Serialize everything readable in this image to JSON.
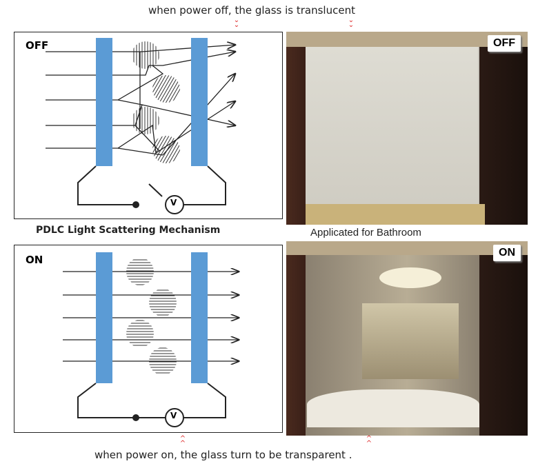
{
  "top_text": "when power off, the glass is translucent",
  "bottom_text": "when power on, the glass turn to be transparent .",
  "diagram_off": {
    "label": "OFF",
    "meter": "V"
  },
  "diagram_on": {
    "label": "ON",
    "meter": "V"
  },
  "diagram_caption": "PDLC Light Scattering Mechanism",
  "photo_caption": "Applicated for Bathroom",
  "photo_off_badge": "OFF",
  "photo_on_badge": "ON",
  "colors": {
    "bar": "#5b9bd5",
    "caret": "#dd2222"
  }
}
